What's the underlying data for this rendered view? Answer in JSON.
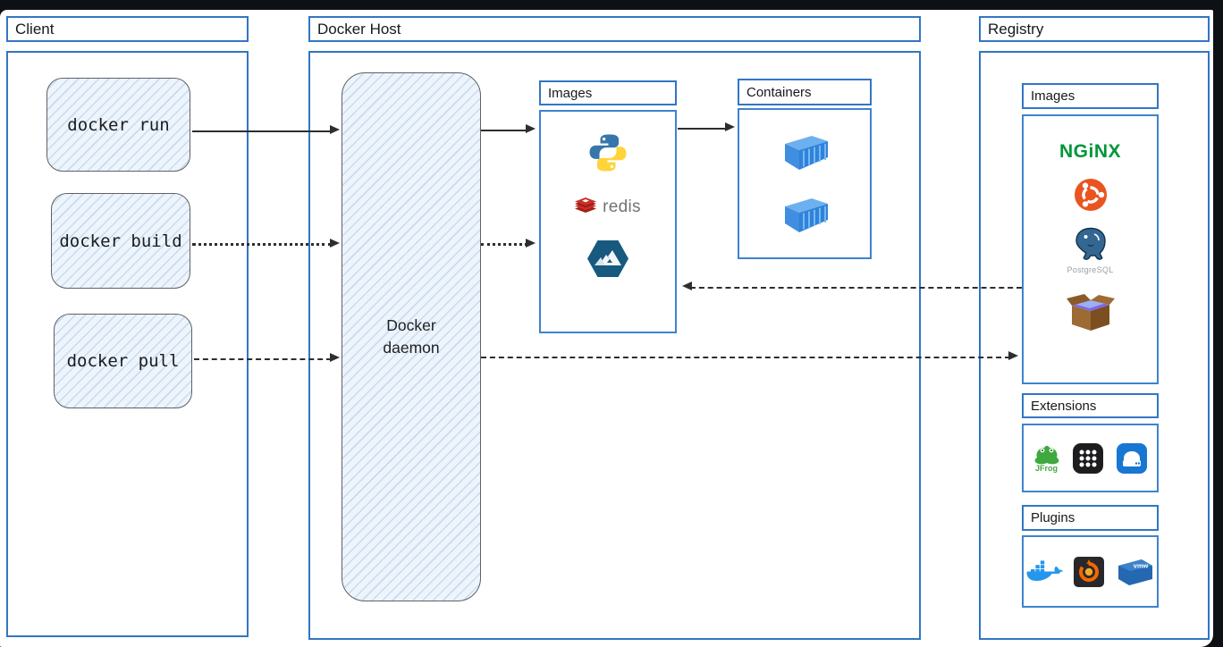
{
  "client": {
    "title": "Client",
    "commands": [
      {
        "label": "docker run",
        "arrow_style": "solid"
      },
      {
        "label": "docker build",
        "arrow_style": "dotted"
      },
      {
        "label": "docker pull",
        "arrow_style": "dashed"
      }
    ]
  },
  "docker_host": {
    "title": "Docker Host",
    "daemon_label": "Docker daemon",
    "images": {
      "title": "Images",
      "items": [
        "python-logo",
        "redis-logo",
        "alpine-logo"
      ],
      "redis_text": "redis"
    },
    "containers": {
      "title": "Containers",
      "items": [
        "container-icon",
        "container-icon"
      ]
    }
  },
  "registry": {
    "title": "Registry",
    "images": {
      "title": "Images",
      "items": [
        "nginx-logo",
        "ubuntu-logo",
        "postgresql-logo",
        "busybox-logo"
      ],
      "nginx_text": "NGiNX",
      "postgresql_text": "PostgreSQL"
    },
    "extensions": {
      "title": "Extensions",
      "items": [
        "jfrog-logo",
        "apps-grid-icon",
        "server-icon"
      ],
      "jfrog_text": "JFrog"
    },
    "plugins": {
      "title": "Plugins",
      "items": [
        "docker-whale-logo",
        "grafana-logo",
        "vmware-logo"
      ],
      "vmware_text": "vmw"
    }
  },
  "arrows": [
    {
      "from": "docker-run",
      "to": "docker-daemon",
      "style": "solid"
    },
    {
      "from": "docker-build",
      "to": "docker-daemon",
      "style": "dotted"
    },
    {
      "from": "docker-pull",
      "to": "docker-daemon",
      "style": "dashed"
    },
    {
      "from": "docker-daemon",
      "to": "host-images",
      "style": "solid"
    },
    {
      "from": "docker-daemon",
      "to": "host-images",
      "style": "dotted"
    },
    {
      "from": "host-images",
      "to": "containers",
      "style": "solid"
    },
    {
      "from": "registry-images",
      "to": "host-images",
      "style": "dashed"
    },
    {
      "from": "docker-daemon",
      "to": "registry-images",
      "style": "dashed"
    }
  ],
  "colors": {
    "frame_blue": "#3276c3",
    "sketch_fill": "#edf4fb",
    "sketch_border": "#5e6166",
    "arrow": "#2c2e30",
    "bezel": "#0d1115",
    "nginx_green": "#009639",
    "ubuntu_orange": "#e95420",
    "redis_red": "#c6302b",
    "alpine_blue": "#0d597f",
    "docker_blue": "#2496ed"
  }
}
